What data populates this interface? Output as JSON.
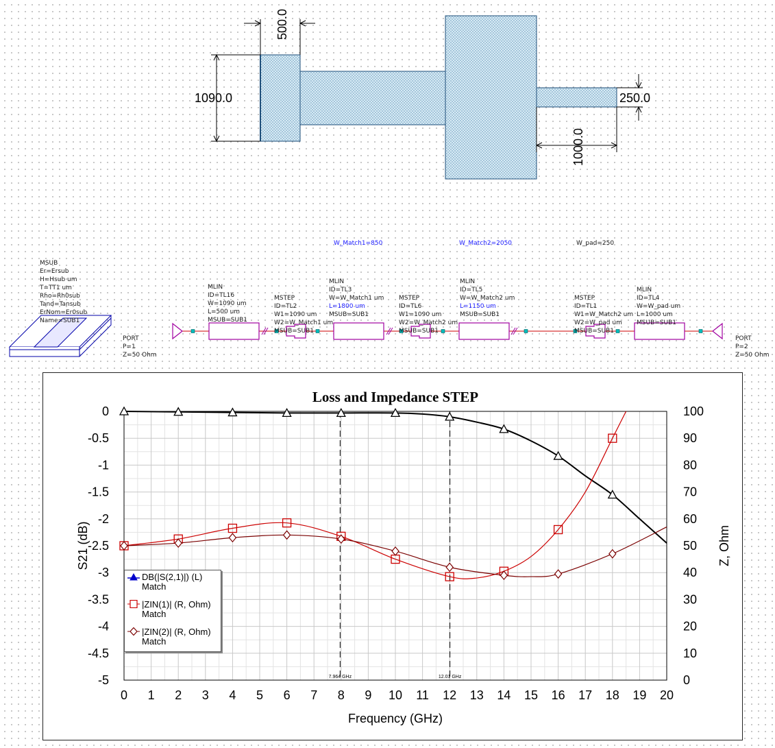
{
  "layout": {
    "dim_width": "500.0",
    "dim_height": "1090.0",
    "dim_pad_width": "250.0",
    "dim_pad_length": "1000.0"
  },
  "schematic": {
    "vars": {
      "w_match1": "W_Match1=850",
      "w_match2": "W_Match2=2050",
      "w_pad": "W_pad=250"
    },
    "msub": [
      "MSUB",
      "Er=Ersub",
      "H=Hsub um",
      "T=TT1 um",
      "Rho=Rh0sub",
      "Tand=Tansub",
      "ErNom=Er0sub",
      "Name=SUB1"
    ],
    "port1": [
      "PORT",
      "P=1",
      "Z=50 Ohm"
    ],
    "port2": [
      "PORT",
      "P=2",
      "Z=50 Ohm"
    ],
    "tl16": [
      "MLIN",
      "ID=TL16",
      "W=1090 um",
      "L=500 um",
      "MSUB=SUB1"
    ],
    "tl2": [
      "MSTEP",
      "ID=TL2",
      "W1=1090 um",
      "W2=W_Match1 um",
      "MSUB=SUB1"
    ],
    "tl3": [
      "MLIN",
      "ID=TL3",
      "W=W_Match1 um",
      "L=1800 um",
      "MSUB=SUB1"
    ],
    "tl6": [
      "MSTEP",
      "ID=TL6",
      "W1=1090 um",
      "W2=W_Match2 um",
      "MSUB=SUB1"
    ],
    "tl5": [
      "MLIN",
      "ID=TL5",
      "W=W_Match2 um",
      "L=1150 um",
      "MSUB=SUB1"
    ],
    "tl1": [
      "MSTEP",
      "ID=TL1",
      "W1=W_Match2 um",
      "W2=W_pad um",
      "MSUB=SUB1"
    ],
    "tl4": [
      "MLIN",
      "ID=TL4",
      "W=W_pad um",
      "L=1000 um",
      "MSUB=SUB1"
    ]
  },
  "graph": {
    "marker1": "7.964 GHz",
    "marker2": "12.01 GHz",
    "legend": [
      {
        "name": "DB(|S(2,1)|) (L)",
        "source": "Match"
      },
      {
        "name": "|ZIN(1)| (R, Ohm)",
        "source": "Match"
      },
      {
        "name": "|ZIN(2)| (R, Ohm)",
        "source": "Match"
      }
    ]
  },
  "colors": {
    "s21": "#000000",
    "zin1": "#cc0000",
    "zin2": "#7a0000",
    "legend_s21_symbol": "#0000cc",
    "component": "#a000a0",
    "wire": "#cc0000",
    "node": "#009999"
  },
  "chart_data": {
    "type": "line",
    "title": "Loss and Impedance STEP",
    "xlabel": "Frequency (GHz)",
    "ylabel": "S21 (dB)",
    "y2label": "Z, Ohm",
    "xlim": [
      0,
      20
    ],
    "ylim": [
      -5,
      0
    ],
    "y2lim": [
      0,
      100
    ],
    "xticks": [
      "0",
      "1",
      "2",
      "3",
      "4",
      "5",
      "6",
      "7",
      "8",
      "9",
      "10",
      "11",
      "12",
      "13",
      "14",
      "15",
      "16",
      "17",
      "18",
      "19",
      "20"
    ],
    "yticks": [
      "0",
      "-0.5",
      "-1",
      "-1.5",
      "-2",
      "-2.5",
      "-3",
      "-3.5",
      "-4",
      "-4.5",
      "-5"
    ],
    "y2ticks": [
      "100",
      "90",
      "80",
      "70",
      "60",
      "50",
      "40",
      "30",
      "20",
      "10",
      "0"
    ],
    "grid": true,
    "legend_position": "bottom-left",
    "series": [
      {
        "name": "DB(|S(2,1)|) (L)",
        "axis": "left",
        "x": [
          0,
          2,
          4,
          6,
          8,
          10,
          11,
          12,
          13,
          14,
          15,
          16,
          17,
          18,
          19,
          20
        ],
        "y": [
          0,
          -0.01,
          -0.02,
          -0.03,
          -0.03,
          -0.03,
          -0.05,
          -0.1,
          -0.2,
          -0.33,
          -0.55,
          -0.83,
          -1.2,
          -1.55,
          -2.0,
          -2.45
        ]
      },
      {
        "name": "|ZIN(1)| (R, Ohm)",
        "axis": "right",
        "x": [
          0,
          2,
          4,
          6,
          8,
          10,
          12,
          13,
          14,
          15,
          16,
          17,
          18,
          18.5
        ],
        "y": [
          50,
          52.5,
          56.5,
          58.5,
          53.5,
          45,
          38.5,
          38,
          40.5,
          46,
          56,
          70,
          90,
          100
        ]
      },
      {
        "name": "|ZIN(2)| (R, Ohm)",
        "axis": "right",
        "x": [
          0,
          2,
          4,
          6,
          8,
          10,
          12,
          14,
          15,
          16,
          18,
          20
        ],
        "y": [
          50,
          51,
          53,
          54,
          52.5,
          48,
          42,
          39,
          38.5,
          39.5,
          47,
          57
        ]
      }
    ],
    "markers_x": [
      7.964,
      12.01
    ]
  }
}
